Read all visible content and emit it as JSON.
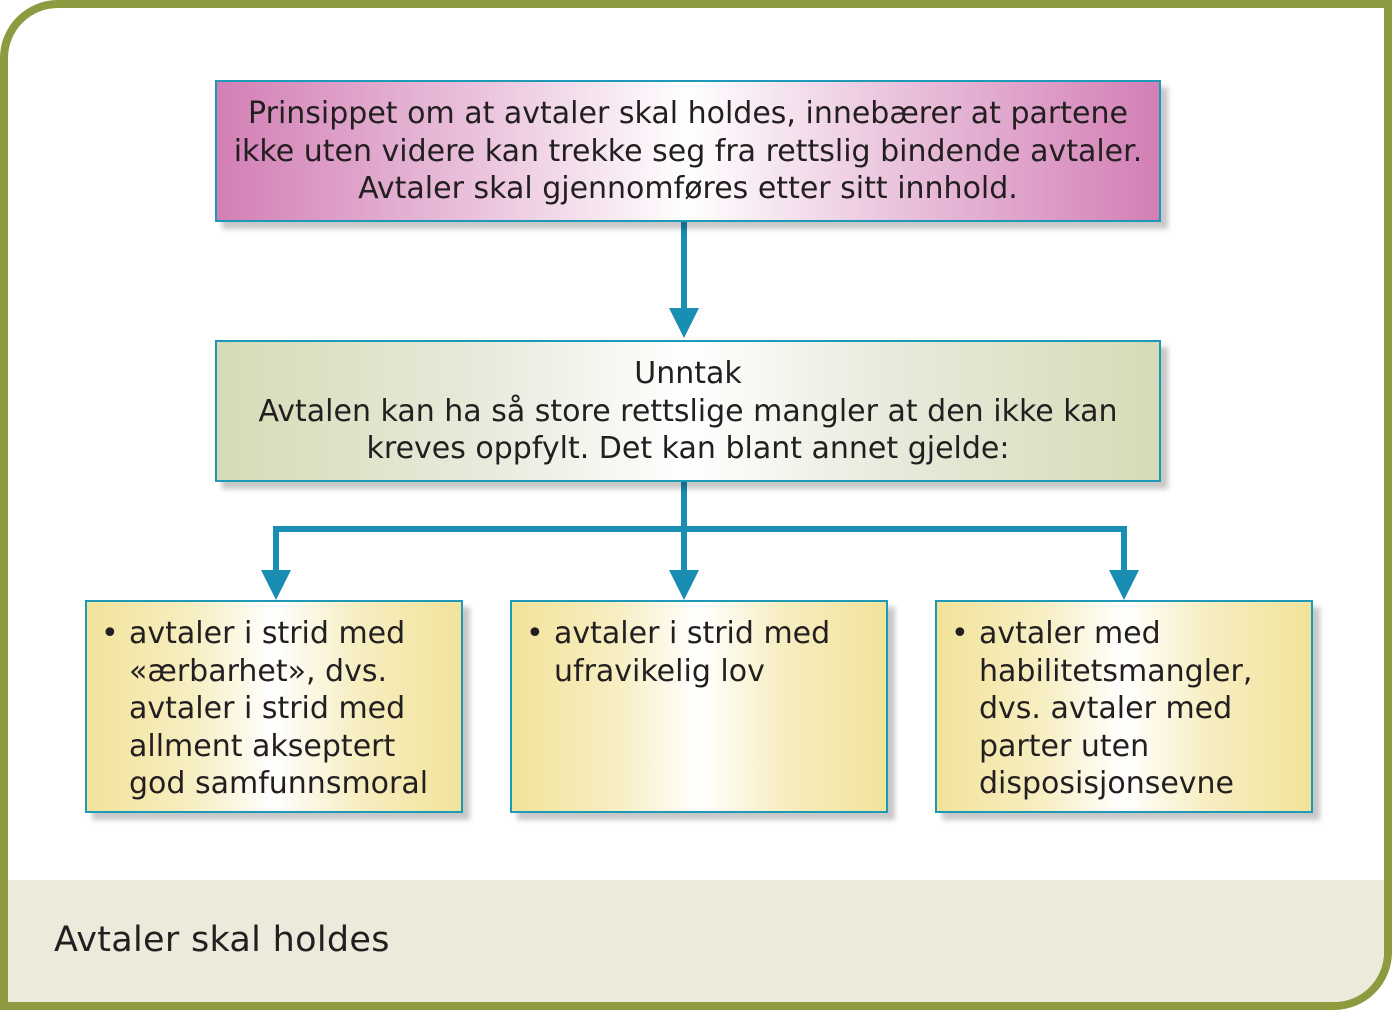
{
  "principle": {
    "lines": [
      "Prinsippet om at avtaler skal holdes, innebærer at partene",
      "ikke uten videre kan trekke seg fra rettslig bindende avtaler.",
      "Avtaler skal gjennomføres etter sitt innhold."
    ]
  },
  "exception": {
    "heading": "Unntak",
    "lines": [
      "Avtalen kan ha så store rettslige mangler at den ikke kan",
      "kreves oppfylt. Det kan blant annet gjelde:"
    ]
  },
  "cases": [
    {
      "bullet": "•",
      "text": "avtaler i strid med\n«ærbarhet», dvs.\navtaler i strid med\nallment akseptert\ngod samfunnsmoral"
    },
    {
      "bullet": "•",
      "text": "avtaler i strid med\nufravikelig lov"
    },
    {
      "bullet": "•",
      "text": "avtaler med\nhabilitetsmangler,\ndvs. avtaler med\nparter uten\ndisposisjonsevne"
    }
  ],
  "caption": "Avtaler skal holdes",
  "colors": {
    "frame": "#8e9a3f",
    "arrow": "#1a8db2",
    "box_border": "#1d9ab8",
    "principle_fill": "#d37fb5",
    "exception_fill": "#d6dbb6",
    "case_fill": "#f2e39a",
    "caption_band": "#eceadb"
  }
}
